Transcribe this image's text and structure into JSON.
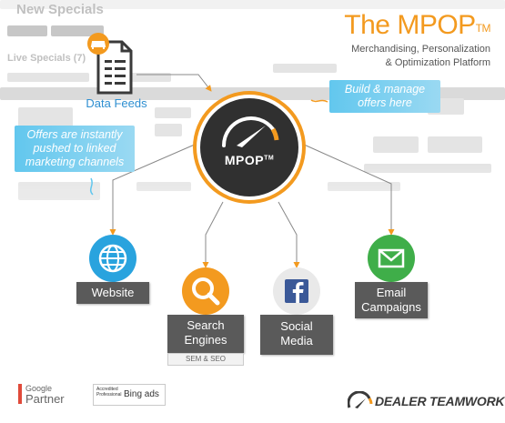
{
  "header": {
    "title": "The MPOP",
    "title_mark": "TM",
    "subtitle_line1": "Merchandising, Personalization",
    "subtitle_line2": "& Optimization Platform"
  },
  "background": {
    "heading": "New Specials",
    "specials_label": "Live Specials (7)"
  },
  "hub": {
    "label": "MPOP",
    "mark": "TM"
  },
  "data_feeds": {
    "label": "Data Feeds",
    "icon": "document-icon"
  },
  "callouts": {
    "left_line1": "Offers are instantly",
    "left_line2": "pushed to linked",
    "left_line3": "marketing channels",
    "right_line1": "Build & manage",
    "right_line2": "offers here"
  },
  "channels": [
    {
      "label_lines": [
        "Website"
      ],
      "icon": "globe-icon",
      "color": "#29a3de"
    },
    {
      "label_lines": [
        "Search",
        "Engines"
      ],
      "sublabel": "SEM & SEO",
      "icon": "magnifier-icon",
      "color": "#f39a1f"
    },
    {
      "label_lines": [
        "Social",
        "Media"
      ],
      "icon": "facebook-icon",
      "color": "#3b5998"
    },
    {
      "label_lines": [
        "Email",
        "Campaigns"
      ],
      "icon": "envelope-icon",
      "color": "#3fae49"
    }
  ],
  "footer": {
    "google_small": "Google",
    "google_big": "Partner",
    "bing_text": "Bing ads",
    "bing_small": "Accredited Professional",
    "brand": "DEALER TEAMWORK"
  },
  "colors": {
    "accent_orange": "#f39a1f",
    "callout_blue": "#62c7ee",
    "hub_dark": "#303030",
    "label_gray": "#5a5a5a"
  }
}
